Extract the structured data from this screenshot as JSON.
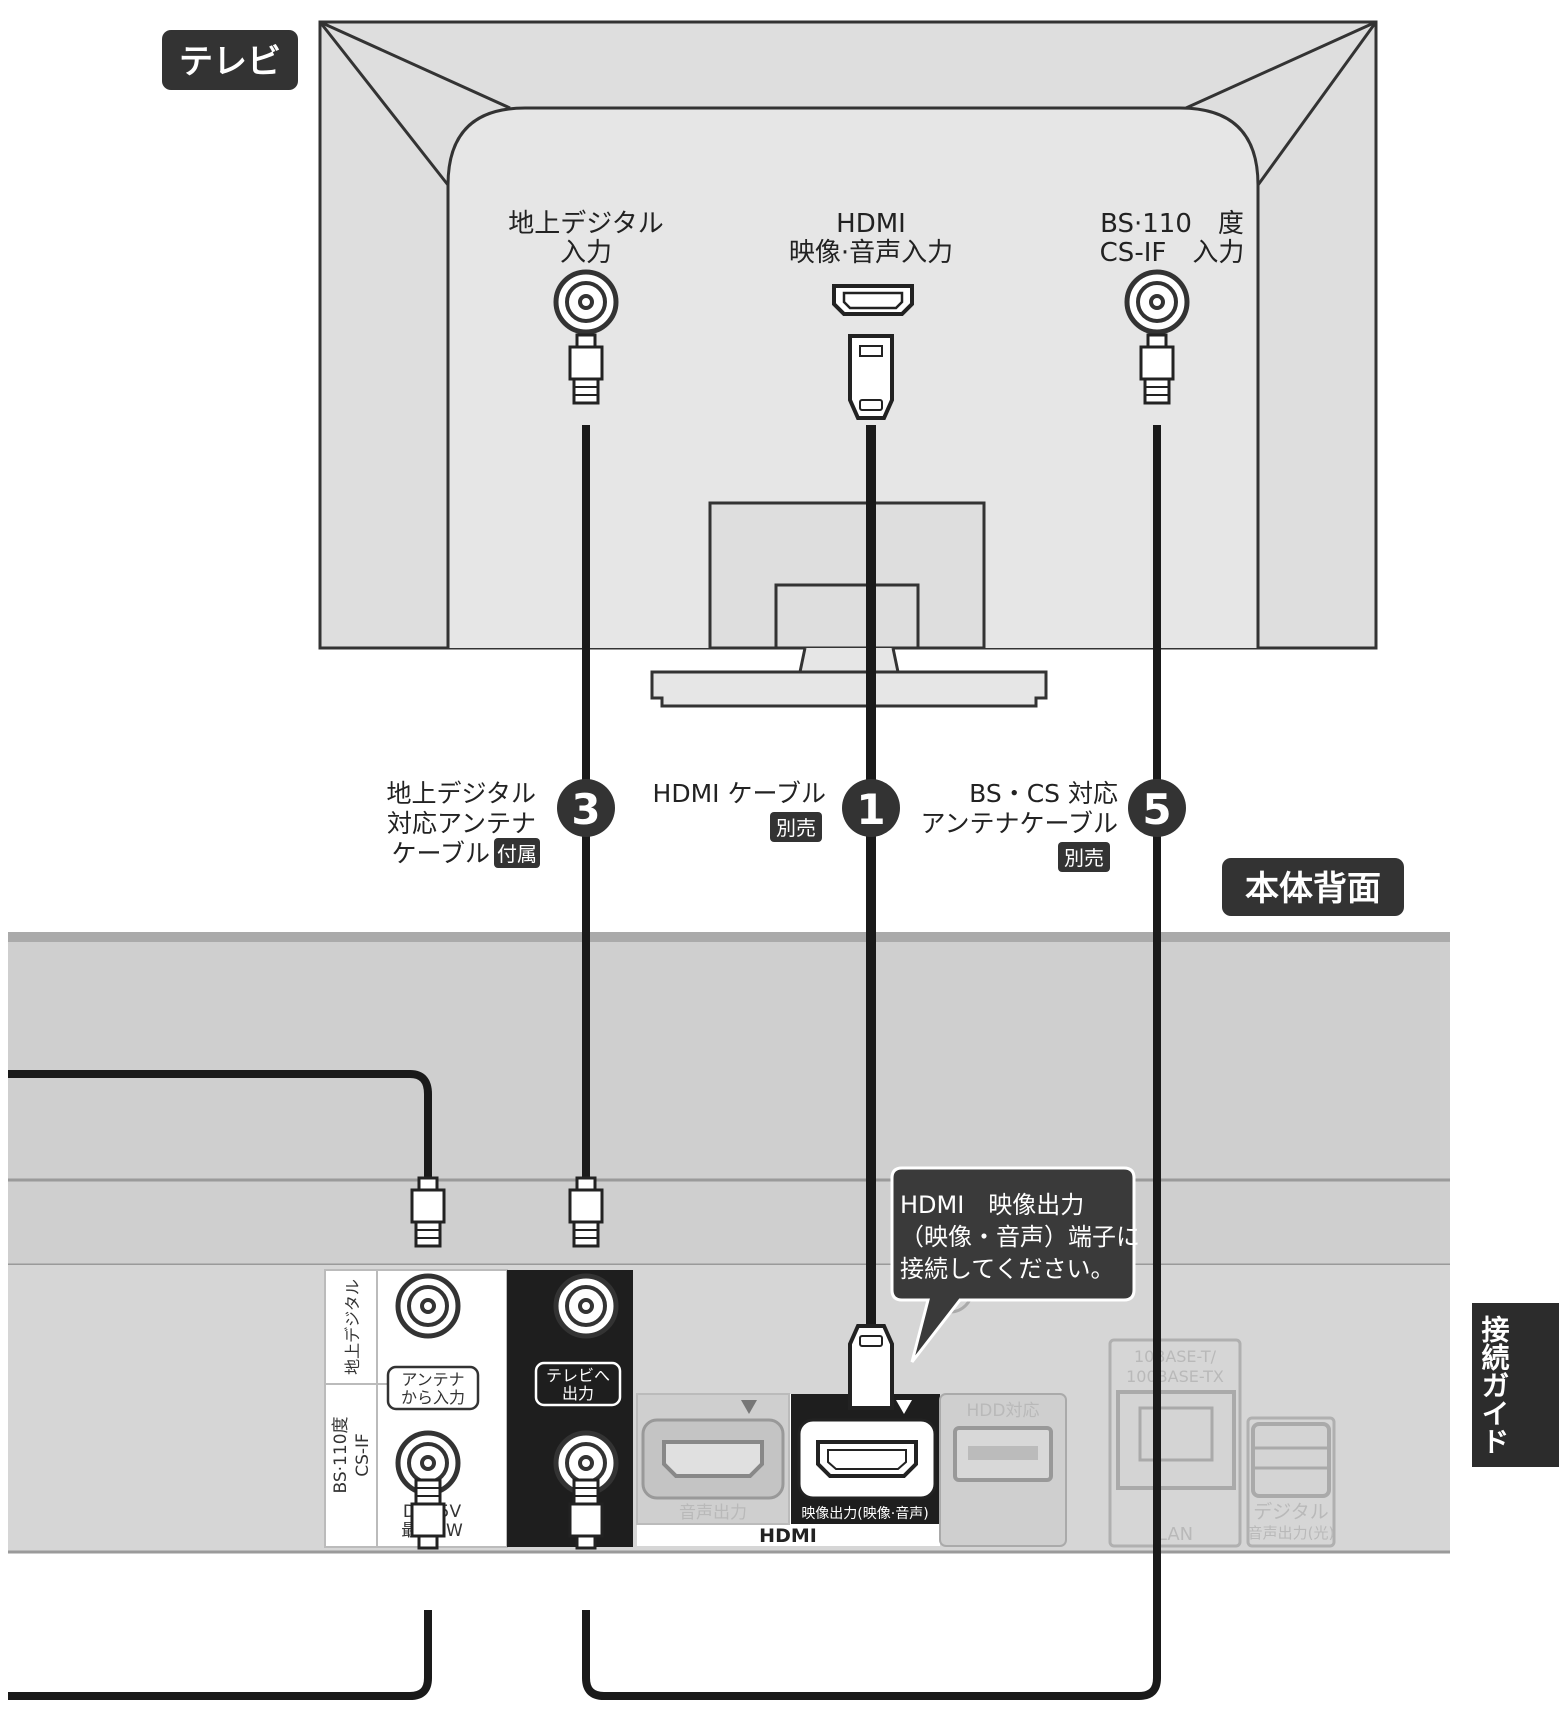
{
  "badges": {
    "tv": "テレビ",
    "body_back": "本体背面",
    "guide_tab": "接続ガイド"
  },
  "tv_ports": {
    "terrestrial": [
      "地上デジタル",
      "入力"
    ],
    "hdmi": [
      "HDMI",
      "映像·音声入力"
    ],
    "bs_cs": [
      "BS·110　度",
      "CS-IF　入力"
    ]
  },
  "cables": [
    {
      "number": "3",
      "lines": [
        "地上デジタル",
        "対応アンテナ",
        "ケーブル"
      ],
      "tag": "付属"
    },
    {
      "number": "1",
      "lines": [
        "HDMI ケーブル"
      ],
      "tag": "別売"
    },
    {
      "number": "5",
      "lines": [
        "BS・CS 対応",
        "アンテナケーブル"
      ],
      "tag": "別売"
    }
  ],
  "callout": [
    "HDMI　映像出力",
    "（映像・音声）端子に",
    "接続してください。"
  ],
  "rear_panel": {
    "terrestrial_vertical": "地上デジタル",
    "bs_vertical": [
      "BS·110度",
      "CS-IF"
    ],
    "antenna_in": [
      "アンテナ",
      "から入力"
    ],
    "to_tv_out": [
      "テレビへ",
      "出力"
    ],
    "dc": [
      "DC15V",
      "最大4W"
    ],
    "audio_out": "音声出力",
    "video_out": "映像出力(映像·音声)",
    "hdmi_group": "HDMI",
    "hdd": "HDD対応",
    "lan_speed": [
      "10BASE-T/",
      "100BASE-TX"
    ],
    "lan": "LAN",
    "digital_audio": [
      "デジタル",
      "音声出力(光)"
    ]
  }
}
